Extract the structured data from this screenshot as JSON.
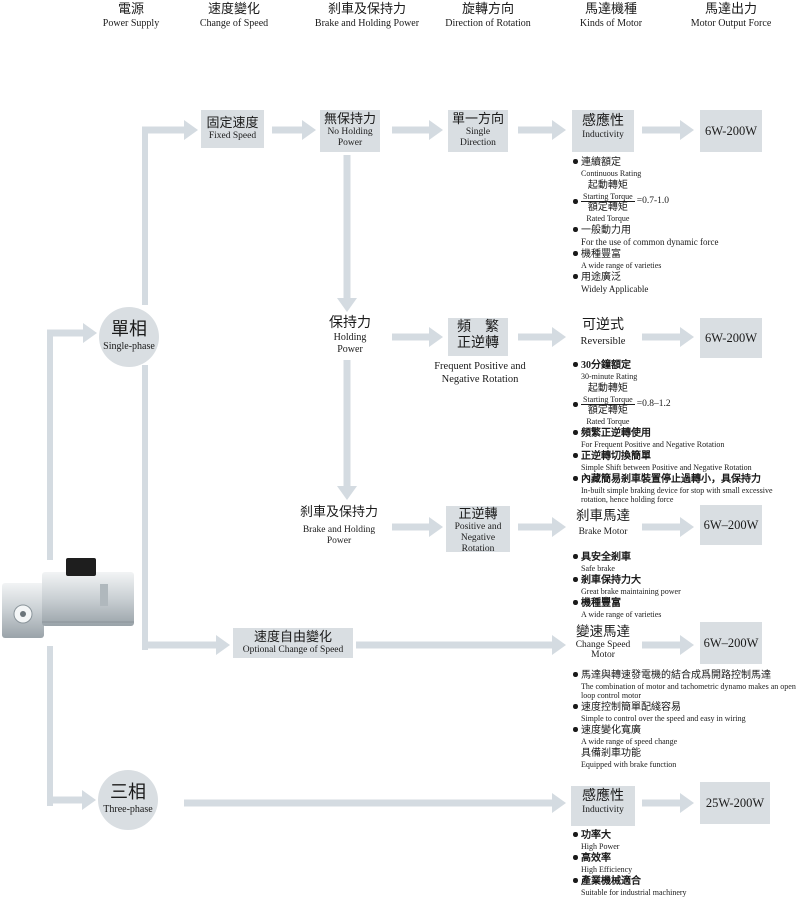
{
  "headers": [
    {
      "zh": "電源",
      "en": "Power Supply"
    },
    {
      "zh": "速度變化",
      "en": "Change of Speed"
    },
    {
      "zh": "刹車及保持力",
      "en": "Brake and Holding Power"
    },
    {
      "zh": "旋轉方向",
      "en": "Direction of Rotation"
    },
    {
      "zh": "馬達機種",
      "en": "Kinds of Motor"
    },
    {
      "zh": "馬達出力",
      "en": "Motor Output Force"
    }
  ],
  "single_phase": {
    "zh": "單相",
    "en": "Single-phase"
  },
  "three_phase": {
    "zh": "三相",
    "en": "Three-phase"
  },
  "fixed_speed": {
    "zh": "固定速度",
    "en": "Fixed Speed"
  },
  "no_holding": {
    "zh": "無保持力",
    "en1": "No Holding",
    "en2": "Power"
  },
  "holding": {
    "zh": "保持力",
    "en1": "Holding",
    "en2": "Power"
  },
  "brake_holding": {
    "zh": "刹車及保持力",
    "en1": "Brake and Holding",
    "en2": "Power"
  },
  "optional_speed": {
    "zh": "速度自由變化",
    "en": "Optional Change of Speed"
  },
  "single_direction": {
    "zh": "單一方向",
    "en1": "Single",
    "en2": "Direction"
  },
  "frequent": {
    "zh1": "頻　繁",
    "zh2": "正逆轉",
    "en1": "Frequent Positive and",
    "en2": "Negative Rotation"
  },
  "pos_neg": {
    "zh": "正逆轉",
    "en1": "Positive and",
    "en2": "Negative",
    "en3": "Rotation"
  },
  "motors": {
    "induction": {
      "zh": "感應性",
      "en": "Inductivity"
    },
    "reversible": {
      "zh": "可逆式",
      "en": "Reversible"
    },
    "brake": {
      "zh": "刹車馬達",
      "en": "Brake Motor"
    },
    "speed": {
      "zh": "變速馬達",
      "en1": "Change Speed",
      "en2": "Motor"
    },
    "induction3": {
      "zh": "感應性",
      "en": "Inductivity"
    }
  },
  "outputs": [
    "6W-200W",
    "6W-200W",
    "6W–200W",
    "6W–200W",
    "25W-200W"
  ],
  "features": {
    "induction": {
      "items_before": [
        {
          "zh": "連續額定",
          "en": "Continuous Rating"
        }
      ],
      "ratio": {
        "zh_num": "起動轉矩",
        "en_num": "Starting Torque",
        "zh_den": "額定轉矩",
        "en_den": "Rated Torque",
        "value": "=0.7-1.0"
      },
      "items_after": [
        {
          "zh": "一般動力用",
          "en": "For the use of common dynamic force"
        },
        {
          "zh": "機種豐富",
          "en": "A wide range of varieties"
        },
        {
          "zh": "用途廣泛",
          "en": "Widely Applicable"
        }
      ]
    },
    "reversible": {
      "items_before": [
        {
          "zh": "30分鐘額定",
          "en": "30-minute Rating"
        }
      ],
      "ratio": {
        "zh_num": "起動轉矩",
        "en_num": "Starting Torque",
        "zh_den": "額定轉矩",
        "en_den": "Rated Torque",
        "value": "=0.8–1.2"
      },
      "items_after": [
        {
          "zh": "頻繁正逆轉使用",
          "en": "For Frequent Positive and Negative Rotation"
        },
        {
          "zh": "正逆轉切換簡單",
          "en": "Simple Shift between Positive and Negative Rotation"
        },
        {
          "zh": "內藏簡易剎車裝置停止過轉小，具保持力",
          "en": "In-built simple braking device for stop with small excessive rotation, hence holding force"
        }
      ]
    },
    "brake": [
      {
        "zh": "具安全剎車",
        "en": "Safe brake"
      },
      {
        "zh": "剎車保持力大",
        "en": "Great brake maintaining power"
      },
      {
        "zh": "機種豐富",
        "en": "A wide range of varieties"
      }
    ],
    "speed": [
      {
        "zh": "馬達與轉速發電機的結合成爲開路控制馬達",
        "en": "The combination of motor and tachometric dynamo makes an open loop control motor"
      },
      {
        "zh": "速度控制簡單配綫容易",
        "en": "Simple to control over the speed and easy in wiring"
      },
      {
        "zh": "速度變化寬廣",
        "en": "A wide range of speed change"
      },
      {
        "zh": "具備剎車功能",
        "en": "Equipped with brake function"
      }
    ],
    "induction3": [
      {
        "zh": "功率大",
        "en": "High Power"
      },
      {
        "zh": "高效率",
        "en": "High Efficiency"
      },
      {
        "zh": "產業機械適合",
        "en": "Suitable for industrial machinery"
      }
    ]
  },
  "colors": {
    "box": "#d9dee2",
    "arrow": "#d4dbe1",
    "text": "#1a1a1a"
  }
}
